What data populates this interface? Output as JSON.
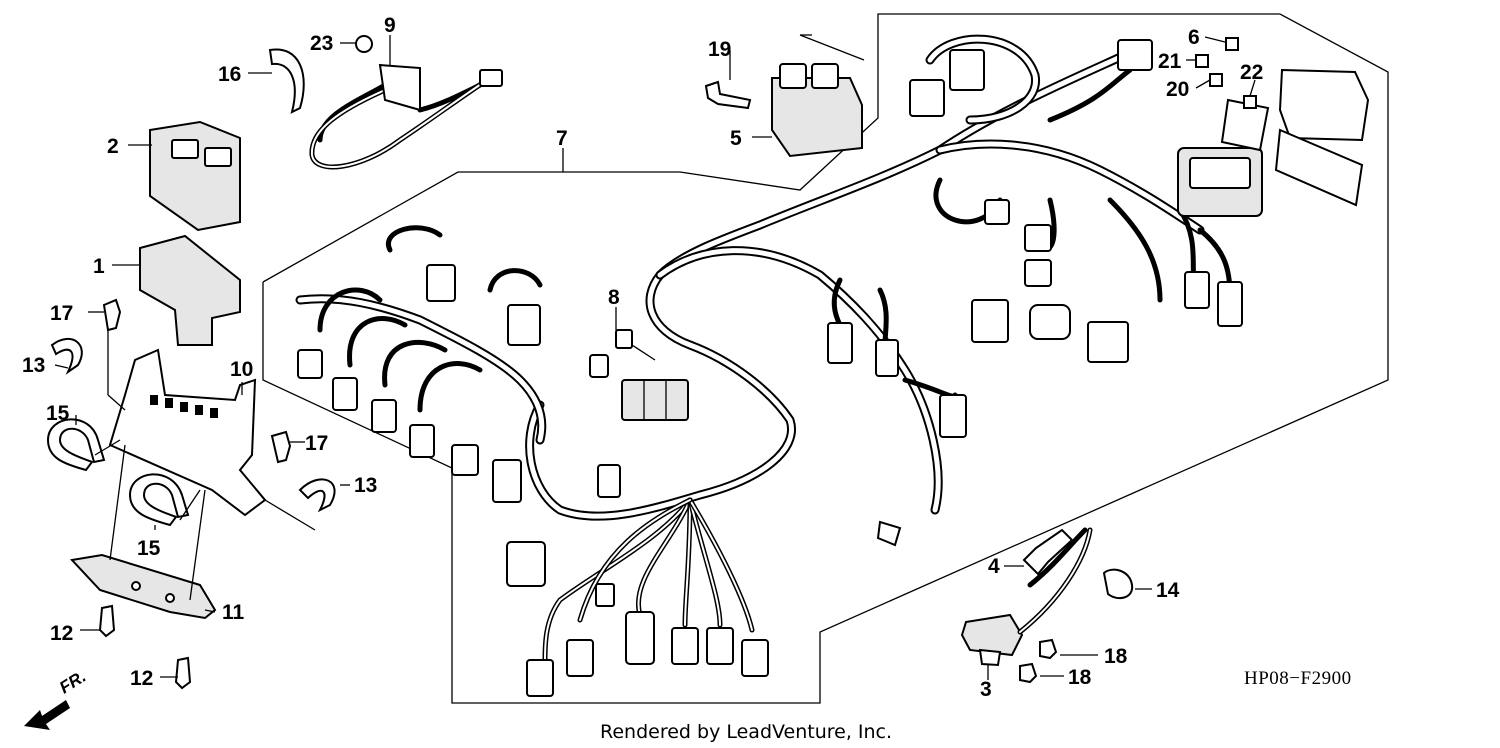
{
  "diagram": {
    "callouts": [
      "1",
      "2",
      "3",
      "4",
      "5",
      "6",
      "7",
      "8",
      "9",
      "10",
      "11",
      "12",
      "12",
      "13",
      "13",
      "14",
      "15",
      "15",
      "16",
      "17",
      "17",
      "18",
      "18",
      "19",
      "20",
      "21",
      "22",
      "23"
    ],
    "diagram_code": "HP08−F2900",
    "credit": "Rendered by LeadVenture, Inc.",
    "front_indicator": "FR."
  }
}
